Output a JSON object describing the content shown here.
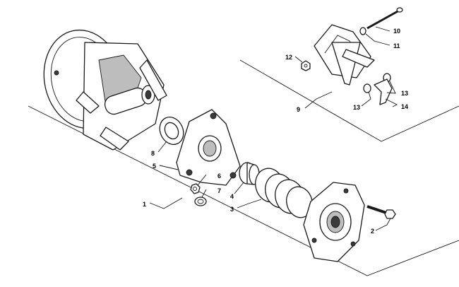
{
  "callouts": [
    "1",
    "2",
    "3",
    "4",
    "5",
    "6",
    "7",
    "8",
    "9",
    "10",
    "11",
    "12",
    "13",
    "13",
    "14"
  ]
}
